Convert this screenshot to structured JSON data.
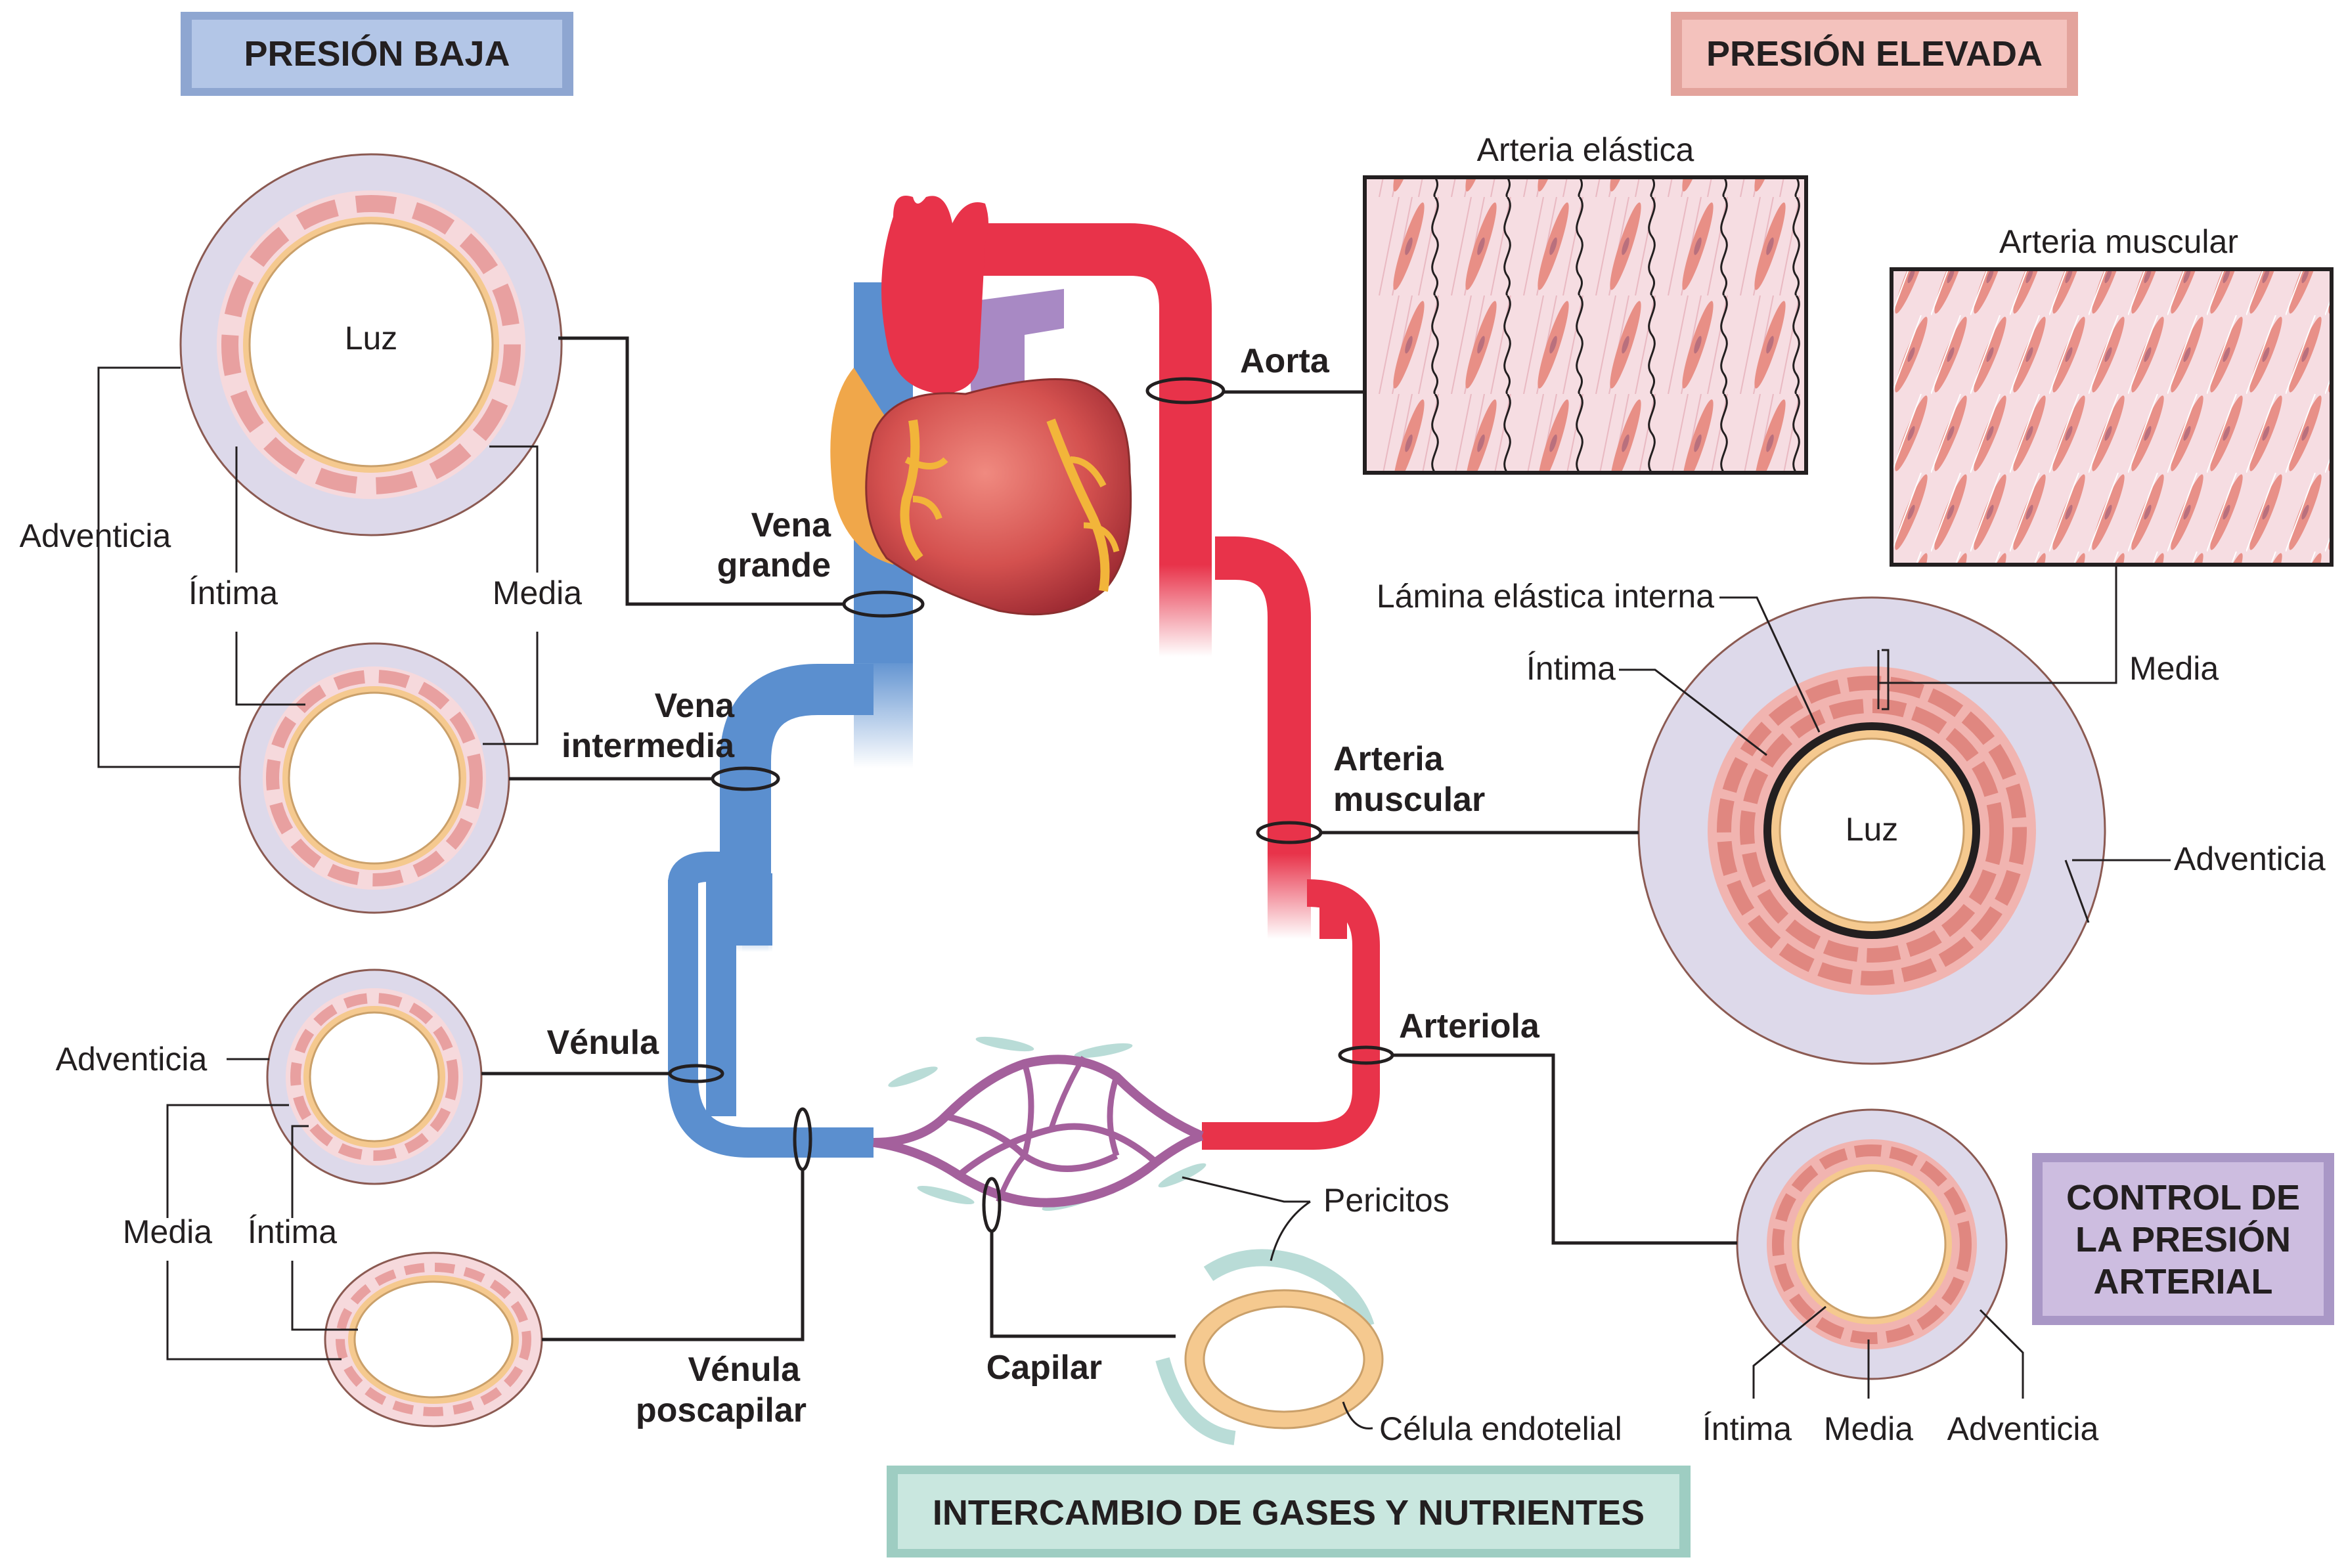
{
  "boxes": {
    "low_pressure": "PRESIÓN BAJA",
    "high_pressure": "PRESIÓN ELEVADA",
    "pressure_control": [
      "CONTROL DE",
      "LA PRESIÓN",
      "ARTERIAL"
    ],
    "exchange": "INTERCAMBIO DE GASES Y NUTRIENTES"
  },
  "vessels": {
    "aorta": "Aorta",
    "large_vein": [
      "Vena",
      "grande"
    ],
    "medium_vein": [
      "Vena",
      "intermedia"
    ],
    "muscular_artery": [
      "Arteria",
      "muscular"
    ],
    "arteriole": "Arteriola",
    "venule": "Vénula",
    "postcapillary_venule": [
      "Vénula",
      "poscapilar"
    ],
    "capillary": "Capilar"
  },
  "layers": {
    "lumen": "Luz",
    "adventitia": "Adventicia",
    "intima": "Íntima",
    "media": "Media",
    "internal_elastic_lamina": "Lámina elástica interna",
    "pericytes": "Pericitos",
    "endothelial_cell": "Célula endotelial"
  },
  "panels": {
    "elastic_artery": "Arteria elástica",
    "muscular_artery": "Arteria muscular"
  },
  "colors": {
    "vein": "#5b8fcf",
    "artery": "#e8334a",
    "low_box": "#b3c6e7",
    "high_box": "#f4c2bd",
    "control_box": "#cdbde0",
    "exchange_box": "#c9e7df",
    "adventitia_fill": "#ddd9ea",
    "media_fill": "#f6d9dc",
    "muscle_fill": "#e8a0a0",
    "intima_fill": "#f5c98f",
    "capillary_purple": "#a4609c"
  }
}
